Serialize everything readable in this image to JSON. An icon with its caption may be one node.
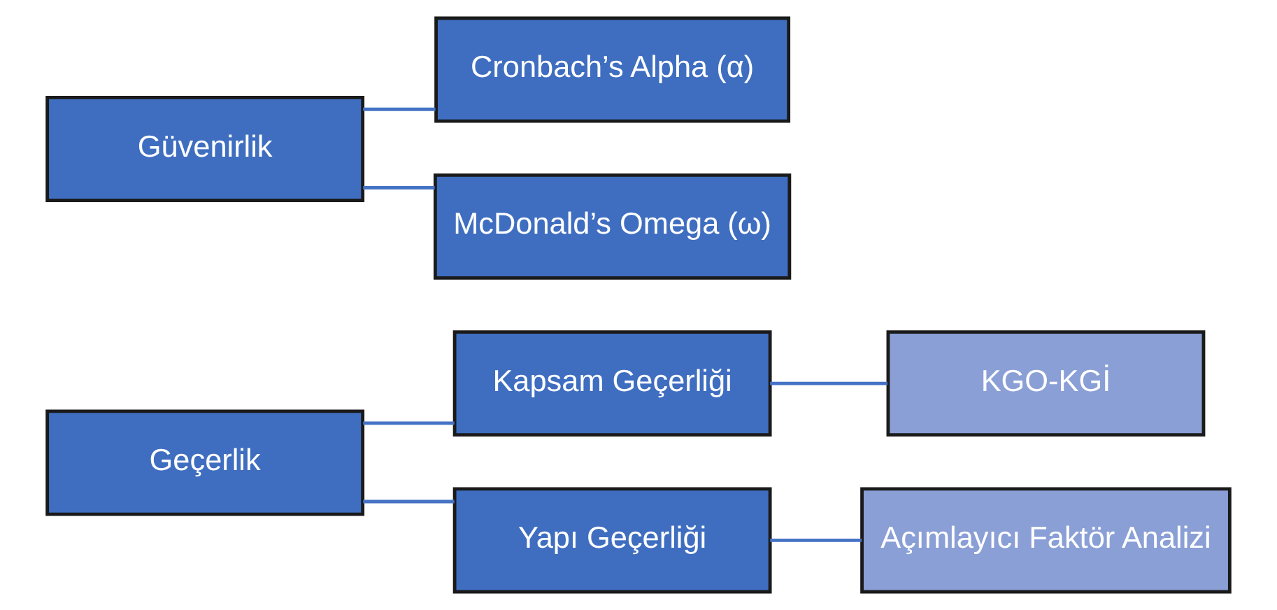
{
  "diagram": {
    "nodes": [
      {
        "text": [
          "Geçerlik"
        ]
      },
      {
        "text": [
          "Kapsam Geçerliği"
        ]
      },
      {
        "text": [
          "Yapı Geçerliği"
        ]
      },
      {
        "text": [
          "KGO-KGİ"
        ]
      },
      {
        "text": [
          "Açımlayıcı Faktör Analizi"
        ]
      },
      {
        "text": [
          "Güvenirlik"
        ]
      },
      {
        "text": [
          "Cronbach’s Alpha (α)"
        ]
      },
      {
        "text": [
          "McDonald’s Omega (ω)"
        ]
      }
    ],
    "edges": [
      {
        "from": 0,
        "to": 1,
        "arrow": "none"
      },
      {
        "from": 0,
        "to": 2,
        "arrow": "none"
      },
      {
        "from": 1,
        "to": 3,
        "arrow": "none"
      },
      {
        "from": 2,
        "to": 4,
        "arrow": "none"
      },
      {
        "from": 5,
        "to": 6,
        "arrow": "none"
      },
      {
        "from": 5,
        "to": 7,
        "arrow": "none"
      }
    ]
  }
}
